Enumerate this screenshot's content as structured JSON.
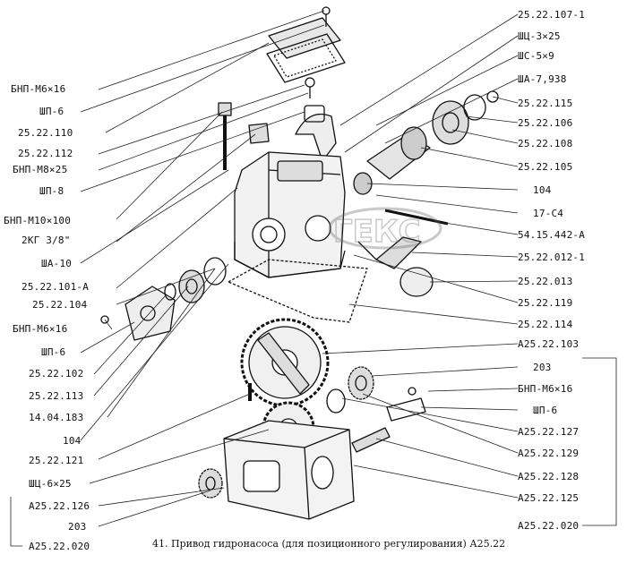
{
  "labels_left": [
    "БНП-М6×16",
    "ШП-6",
    "25.22.110",
    "25.22.112",
    "БНП-М8×25",
    "ШП-8",
    "БНП-М10×100",
    "2КГ 3/8\"",
    "ША-10",
    "25.22.101-А",
    "25.22.104",
    "БНП-М6×16",
    "ШП-6",
    "25.22.102",
    "25.22.113",
    "14.04.183",
    "104",
    "25.22.121",
    "ШЦ-6×25",
    "А25.22.126",
    "203",
    "А25.22.020"
  ],
  "labels_right": [
    "25.22.107-1",
    "ШЦ-3×25",
    "ШС-5×9",
    "ША-7,938",
    "25.22.115",
    "25.22.106",
    "25.22.108",
    "25.22.105",
    "104",
    "17-С4",
    "54.15.442-А",
    "25.22.012-1",
    "25.22.013",
    "25.22.119",
    "25.22.114",
    "А25.22.103",
    "203",
    "БНП-М6×16",
    "ШП-6",
    "А25.22.127",
    "А25.22.129",
    "А25.22.128",
    "А25.22.125",
    "А25.22.020"
  ],
  "caption": "41. Привод гидронасоса (для позиционного регулирования)  А25.22",
  "watermark": "ГЕКС"
}
